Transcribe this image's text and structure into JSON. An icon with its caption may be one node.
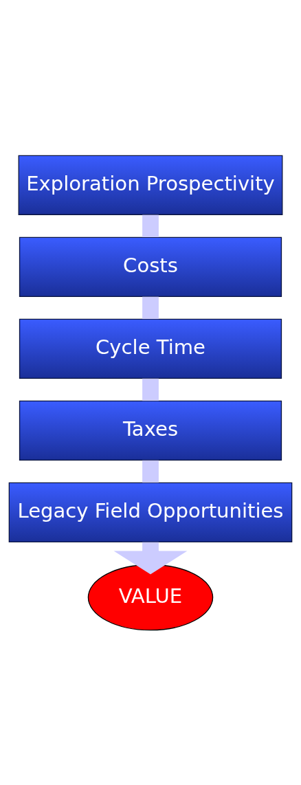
{
  "diagram": {
    "nodes": [
      {
        "text": [
          "Exploration Prospectivity"
        ]
      },
      {
        "text": [
          "Costs"
        ]
      },
      {
        "text": [
          "Cycle Time"
        ]
      },
      {
        "text": [
          "Taxes"
        ]
      },
      {
        "text": [
          "Legacy Field Opportunities"
        ]
      },
      {
        "text": [
          "VALUE"
        ]
      }
    ],
    "edges": [
      {
        "from": 0,
        "to": 1,
        "arrow": "none"
      },
      {
        "from": 1,
        "to": 2,
        "arrow": "none"
      },
      {
        "from": 2,
        "to": 3,
        "arrow": "none"
      },
      {
        "from": 3,
        "to": 4,
        "arrow": "none"
      },
      {
        "from": 4,
        "to": 5,
        "arrow": "to"
      }
    ]
  }
}
